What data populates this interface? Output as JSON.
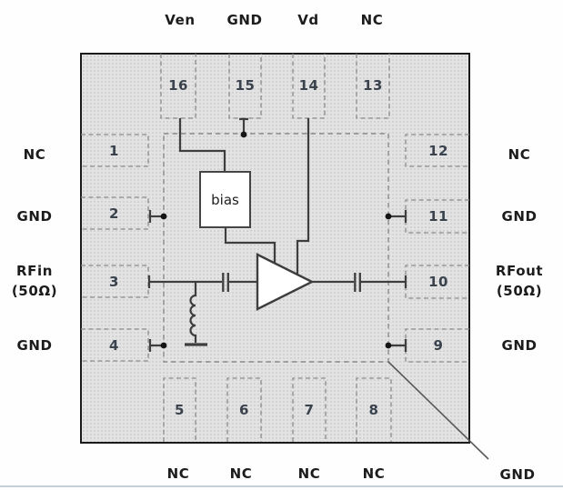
{
  "package": {
    "bias_label": "bias",
    "pad_gnd_label": "GND"
  },
  "pins": {
    "top": [
      {
        "num": "16",
        "label": "Ven"
      },
      {
        "num": "15",
        "label": "GND"
      },
      {
        "num": "14",
        "label": "Vd"
      },
      {
        "num": "13",
        "label": "NC"
      }
    ],
    "left": [
      {
        "num": "1",
        "label": "NC"
      },
      {
        "num": "2",
        "label": "GND"
      },
      {
        "num": "3",
        "label": "RFin",
        "sublabel": "(50Ω)"
      },
      {
        "num": "4",
        "label": "GND"
      }
    ],
    "right": [
      {
        "num": "12",
        "label": "NC"
      },
      {
        "num": "11",
        "label": "GND"
      },
      {
        "num": "10",
        "label": "RFout",
        "sublabel": "(50Ω)"
      },
      {
        "num": "9",
        "label": "GND"
      }
    ],
    "bottom": [
      {
        "num": "5",
        "label": "NC"
      },
      {
        "num": "6",
        "label": "NC"
      },
      {
        "num": "7",
        "label": "NC"
      },
      {
        "num": "8",
        "label": "NC"
      }
    ]
  },
  "colors": {
    "package_fill": "#e3e3e3",
    "package_border": "#1b1b1b",
    "dashed_outline": "#8a8a8a",
    "wire": "#3e3e3e",
    "junction_dot": "#151515",
    "pin_number_text": "#3a434d",
    "label_text": "#1c1c1c",
    "window_edge": "#c5d0db"
  }
}
